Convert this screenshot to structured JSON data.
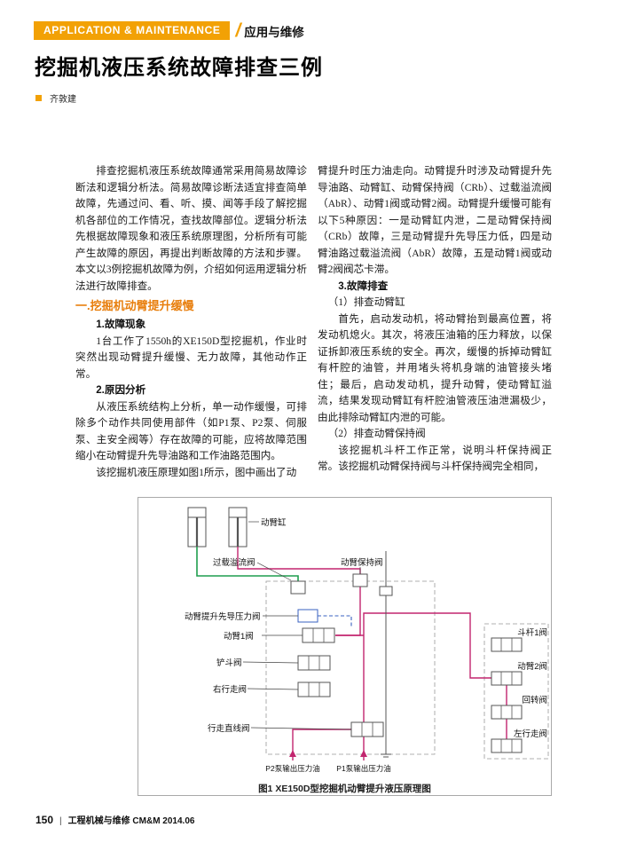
{
  "header": {
    "tag_en": "APPLICATION & MAINTENANCE",
    "slash": "/",
    "tag_cn": "应用与维修"
  },
  "title": "挖掘机液压系统故障排查三例",
  "author": "齐敦建",
  "body": {
    "left": {
      "p1": "排查挖掘机液压系统故障通常采用简易故障诊断法和逻辑分析法。简易故障诊断法适宜排查简单故障，先通过问、看、听、摸、闻等手段了解挖掘机各部位的工作情况，查找故障部位。逻辑分析法先根据故障现象和液压系统原理图，分析所有可能产生故障的原因，再提出判断故障的方法和步骤。本文以3例挖掘机故障为例，介绍如何运用逻辑分析法进行故障排查。",
      "h1": "一.挖掘机动臂提升缓慢",
      "s1": "1.故障现象",
      "p2": "1台工作了1550h的XE150D型挖掘机，作业时突然出现动臂提升缓慢、无力故障，其他动作正常。",
      "s2": "2.原因分析",
      "p3": "从液压系统结构上分析，单一动作缓慢，可排除多个动作共同使用部件（如P1泵、P2泵、伺服泵、主安全阀等）存在故障的可能，应将故障范围缩小在动臂提升先导油路和工作油路范围内。",
      "p4": "该挖掘机液压原理如图1所示，图中画出了动"
    },
    "right": {
      "p1": "臂提升时压力油走向。动臂提升时涉及动臂提升先导油路、动臂缸、动臂保持阀（CRb）、过载溢流阀（AbR）、动臂1阀或动臂2阀。动臂提升缓慢可能有以下5种原因：一是动臂缸内泄，二是动臂保持阀（CRb）故障，三是动臂提升先导压力低，四是动臂油路过载溢流阀（AbR）故障，五是动臂1阀或动臂2阀阀芯卡滞。",
      "s1": "3.故障排查",
      "p2": "（1）排查动臂缸",
      "p3": "首先，启动发动机，将动臂抬到最高位置，将发动机熄火。其次，将液压油箱的压力释放，以保证拆卸液压系统的安全。再次，缓慢的拆掉动臂缸有杆腔的油管，并用堵头将机身端的油管接头堵住；最后，启动发动机，提升动臂，使动臂缸溢流，结果发现动臂缸有杆腔油管液压油泄漏极少，由此排除动臂缸内泄的可能。",
      "p4": "（2）排查动臂保持阀",
      "p5": "该挖掘机斗杆工作正常，说明斗杆保持阀正常。该挖掘机动臂保持阀与斗杆保持阀完全相同，"
    }
  },
  "figure": {
    "labels": {
      "boom_cylinder": "动臂缸",
      "overload_relief_valve": "过载溢流阀",
      "boom_holding_valve": "动臂保持阀",
      "boom_pilot_pressure_valve": "动臂提升先导压力阀",
      "boom_valve_1": "动臂1阀",
      "bucket_valve": "铲斗阀",
      "right_travel_valve": "右行走阀",
      "travel_straight_valve": "行走直线阀",
      "arm_valve_1": "斗杆1阀",
      "boom_valve_2": "动臂2阀",
      "swing_valve": "回转阀",
      "left_travel_valve": "左行走阀",
      "p2_pump_oil": "P2泵输出压力油",
      "p1_pump_oil": "P1泵输出压力油"
    },
    "caption": "图1  XE150D型挖掘机动臂提升液压原理图"
  },
  "footer": {
    "page": "150",
    "sep": "|",
    "journal": "工程机械与维修 CM&M 2014.06"
  },
  "colors": {
    "accent_bar": "#F2A105",
    "heading_orange": "#E87E0C",
    "line_red": "#C2256E",
    "line_green": "#1F9E4E",
    "line_blue": "#3A62C0"
  }
}
